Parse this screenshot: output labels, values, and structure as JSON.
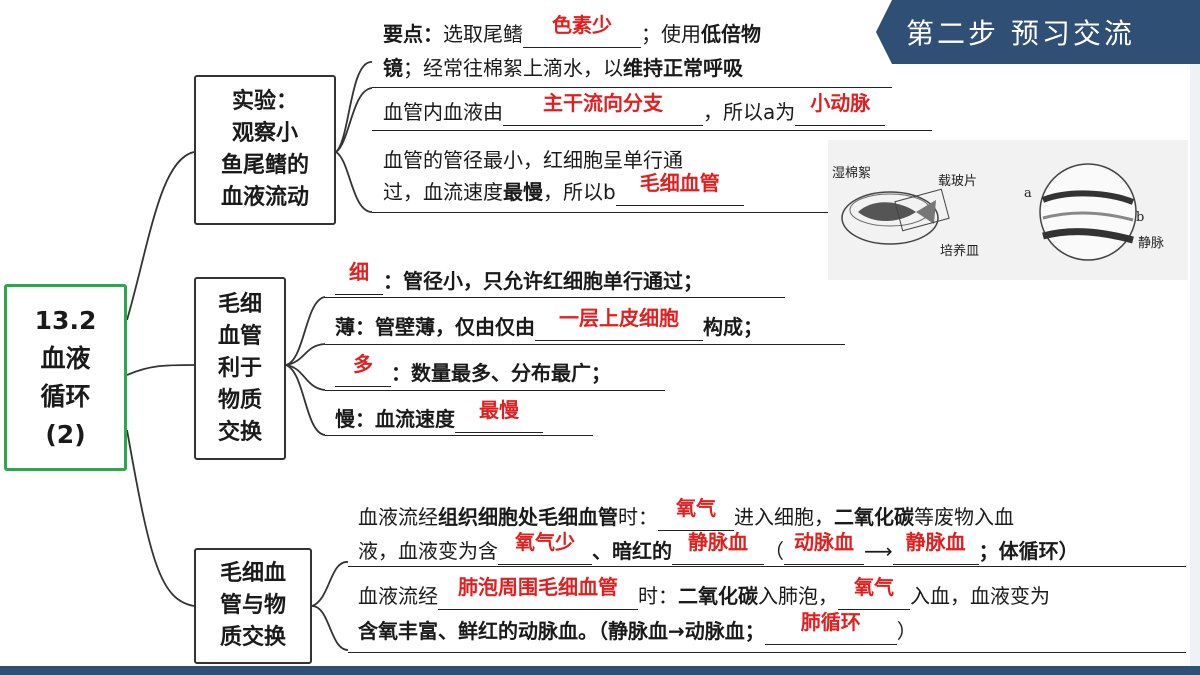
{
  "header": {
    "title": "第二步  预习交流"
  },
  "main": {
    "title_line1": "13.2",
    "title_line2": "血液",
    "title_line3": "循环",
    "title_line4": "(2)"
  },
  "branch1": {
    "title_line1": "实验：",
    "title_line2": "观察小",
    "title_line3": "鱼尾鳍的",
    "title_line4": "血液流动",
    "r1a_pre": "要点：",
    "r1a_text": "选取尾鳍",
    "r1a_ans": "色素少",
    "r1a_post1": "；使用",
    "r1a_bold": "低倍物",
    "r1b_bold1": "镜",
    "r1b_text": "；经常往棉絮上滴水，以",
    "r1b_bold2": "维持正常呼吸",
    "r2_pre": "血管内血液由",
    "r2_ans1": "主干流向分支",
    "r2_mid": "，所以a为",
    "r2_ans2": "小动脉",
    "r3a": "血管的管径最小，红细胞呈单行通",
    "r3b_pre": "过，血流速度",
    "r3b_bold": "最慢",
    "r3b_post": "，所以b",
    "r3_ans": "毛细血管"
  },
  "figure": {
    "label_cotton": "湿棉絮",
    "label_slide": "载玻片",
    "label_dish": "培养皿",
    "label_a": "a",
    "label_b": "b",
    "label_vein": "静脉"
  },
  "branch2": {
    "title_line1": "毛细",
    "title_line2": "血管",
    "title_line3": "利于",
    "title_line4": "物质",
    "title_line5": "交换",
    "r1_ans": "细",
    "r1_text": "：管径小，只允许红细胞单行通过；",
    "r2_pre": "薄：管壁薄，仅由仅由",
    "r2_ans": "一层上皮细胞",
    "r2_post": "构成；",
    "r3_ans": "多",
    "r3_text": "：数量最多、分布最广；",
    "r4_pre": "慢：血流速度",
    "r4_ans": "最慢"
  },
  "branch3": {
    "title_line1": "毛细血",
    "title_line2": "管与物",
    "title_line3": "质交换",
    "r1a_pre": "血液流经",
    "r1a_bold": "组织细胞处毛细血管",
    "r1a_mid": "时：",
    "r1a_ans": "氧气",
    "r1a_post": "进入细胞，",
    "r1a_bold2": "二氧化碳",
    "r1a_end": "等废物入血",
    "r1b_pre": "液，血液变为含",
    "r1b_ans1": "氧气少",
    "r1b_mid": "、暗红的",
    "r1b_ans2": "静脉血",
    "r1b_paren": "（",
    "r1b_ans3": "动脉血",
    "r1b_ans4": "静脉血",
    "r1b_end": "；体循环）",
    "r2a_pre": "血液流经",
    "r2a_ans": "肺泡周围毛细血管",
    "r2a_mid": "时：",
    "r2a_bold": "二氧化碳",
    "r2a_mid2": "入肺泡，",
    "r2a_ans2": "氧气",
    "r2a_post": "入血，血液变为",
    "r2b_bold": "含氧丰富、鲜红的动脉血。",
    "r2b_text": "（静脉血→动脉血；",
    "r2b_ans": "肺循环",
    "r2b_end": "）"
  }
}
